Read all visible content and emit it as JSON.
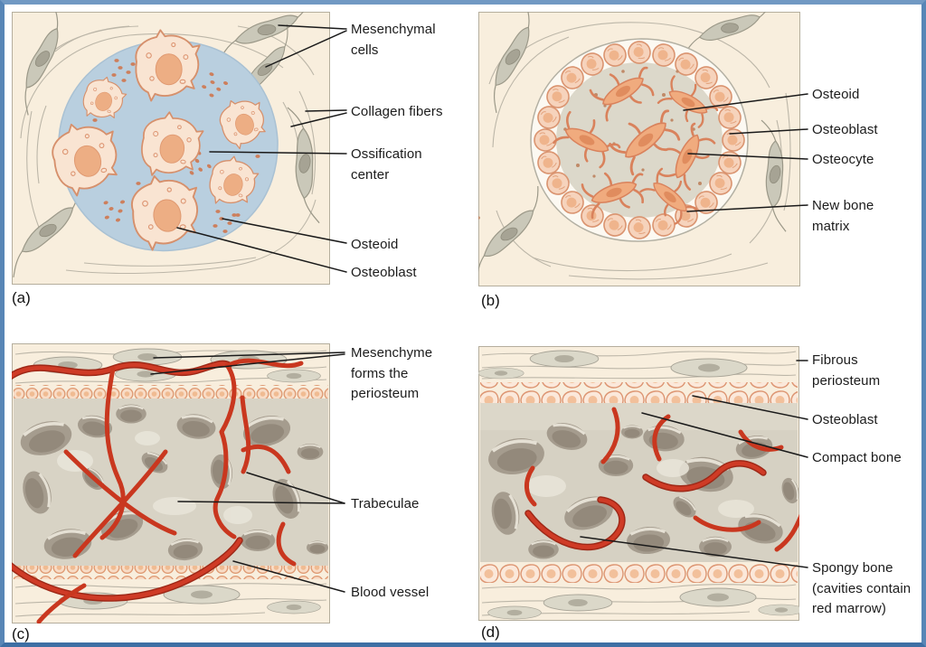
{
  "figure": {
    "panels": [
      {
        "letter": "(a)",
        "labels": [
          {
            "text": "Mesenchymal cells"
          },
          {
            "text": "Collagen fibers"
          },
          {
            "text": "Ossification center"
          },
          {
            "text": "Osteoid"
          },
          {
            "text": "Osteoblast"
          }
        ]
      },
      {
        "letter": "(b)",
        "labels": [
          {
            "text": "Osteoid"
          },
          {
            "text": "Osteoblast"
          },
          {
            "text": "Osteocyte"
          },
          {
            "text": "New bone matrix"
          }
        ]
      },
      {
        "letter": "(c)",
        "labels": [
          {
            "text": "Mesenchyme forms the periosteum"
          },
          {
            "text": "Trabeculae"
          },
          {
            "text": "Blood vessel"
          }
        ]
      },
      {
        "letter": "(d)",
        "labels": [
          {
            "text": "Fibrous periosteum"
          },
          {
            "text": "Osteoblast"
          },
          {
            "text": "Compact bone"
          },
          {
            "text": "Spongy bone (cavities contain red marrow)"
          }
        ]
      }
    ],
    "colors": {
      "frame_border": "#5886b6",
      "panel_background": "#f8eedd",
      "ossification_center_blue": "#b9cfdf",
      "cell_body_peach": "#f9e4d2",
      "cell_outline_salmon": "#d6906c",
      "nucleus_orange": "#edae84",
      "mesenchymal_cell_gray": "#cac8b9",
      "bone_matrix_gray": "#dcd8ca",
      "trabecular_gray": "#d8d3c5",
      "cavity_taupe": "#a59c8e",
      "blood_vessel_red": "#cf3b26",
      "label_text": "#1b1b1b"
    }
  }
}
